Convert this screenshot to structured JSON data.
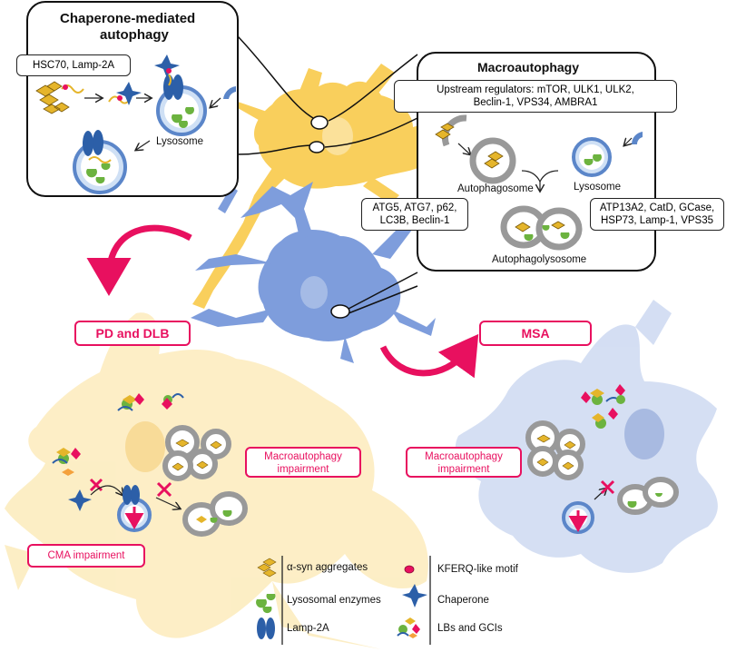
{
  "cma_panel": {
    "title_line1": "Chaperone-mediated",
    "title_line2": "autophagy",
    "markers": "HSC70, Lamp-2A",
    "lysosome_label": "Lysosome"
  },
  "macro_panel": {
    "title": "Macroautophagy",
    "upstream_line1": "Upstream regulators: mTOR, ULK1, ULK2,",
    "upstream_line2": "Beclin-1, VPS34, AMBRA1",
    "autophagosome_label": "Autophagosome",
    "lysosome_label": "Lysosome",
    "autophagolysosome_label": "Autophagolysosome",
    "left_markers_line1": "ATG5, ATG7, p62,",
    "left_markers_line2": "LC3B, Beclin-1",
    "right_markers_line1": "ATP13A2, CatD, GCase,",
    "right_markers_line2": "HSP73, Lamp-1, VPS35"
  },
  "disease_labels": {
    "pd_dlb": "PD and DLB",
    "msa": "MSA"
  },
  "impairment_labels": {
    "macro_left_line1": "Macroautophagy",
    "macro_left_line2": "impairment",
    "macro_right_line1": "Macroautophagy",
    "macro_right_line2": "impairment",
    "cma": "CMA impairment"
  },
  "legend": {
    "items": [
      {
        "label": "α-syn aggregates",
        "icon": "aggregate-icon"
      },
      {
        "label": "Lysosomal enzymes",
        "icon": "enzyme-icon"
      },
      {
        "label": "Lamp-2A",
        "icon": "lamp2a-icon"
      },
      {
        "label": "KFERQ-like motif",
        "icon": "kferq-icon"
      },
      {
        "label": "Chaperone",
        "icon": "chaperone-icon"
      },
      {
        "label": "LBs and GCIs",
        "icon": "inclusion-icon"
      }
    ]
  },
  "colors": {
    "neuron_yellow": "#f9cf5c",
    "neuron_blue": "#7e9ddc",
    "accent_pink": "#e8105f",
    "lysosome_blue": "#5b86c9",
    "enzyme_green": "#6cb33f",
    "aggregate_gold": "#e5b52b"
  }
}
